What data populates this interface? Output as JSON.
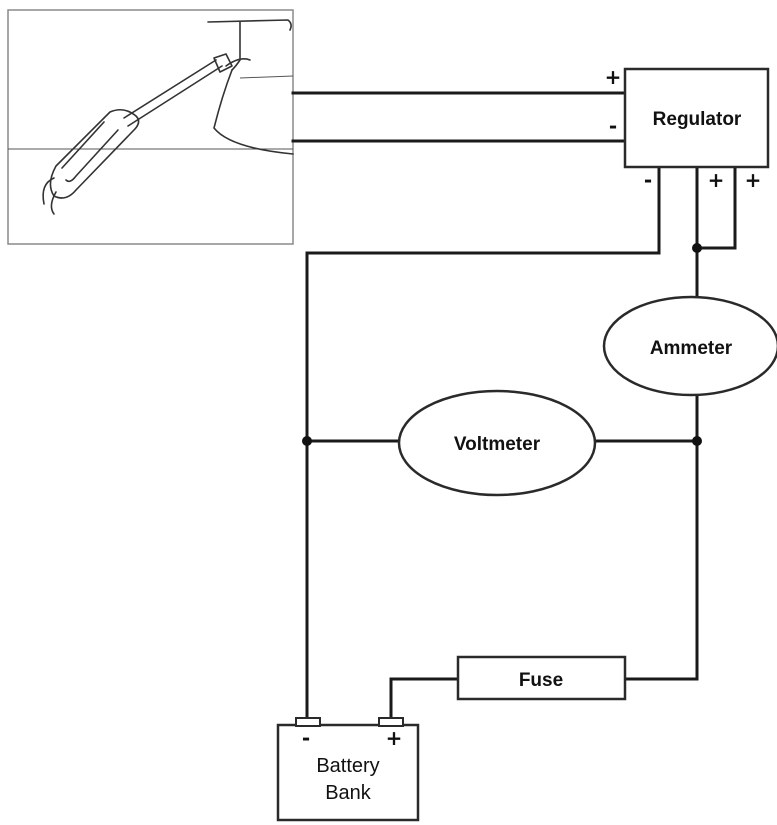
{
  "components": {
    "regulator": "Regulator",
    "ammeter": "Ammeter",
    "voltmeter": "Voltmeter",
    "fuse": "Fuse",
    "battery_line1": "Battery",
    "battery_line2": "Bank"
  },
  "terminals": {
    "regulator_in_positive": "+",
    "regulator_in_negative": "-",
    "regulator_out_negative": "-",
    "regulator_out_positive_1": "+",
    "regulator_out_positive_2": "+",
    "battery_negative": "-",
    "battery_positive": "+"
  }
}
